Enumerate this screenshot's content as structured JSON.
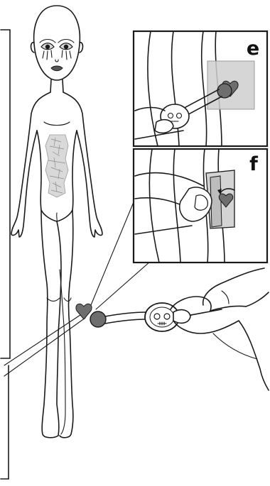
{
  "panels": [
    {
      "id": "e",
      "label": "e"
    },
    {
      "id": "f",
      "label": "f"
    }
  ],
  "colors": {
    "ink": "#1a1a1a",
    "sticker_gray": "#cfcfcf",
    "heart_gray": "#6e6e6e",
    "tattoo_pattern": "#9a9a9a",
    "background": "#ffffff"
  },
  "icons": [
    "skull-applicator-icon",
    "heart-tattoo-icon"
  ]
}
